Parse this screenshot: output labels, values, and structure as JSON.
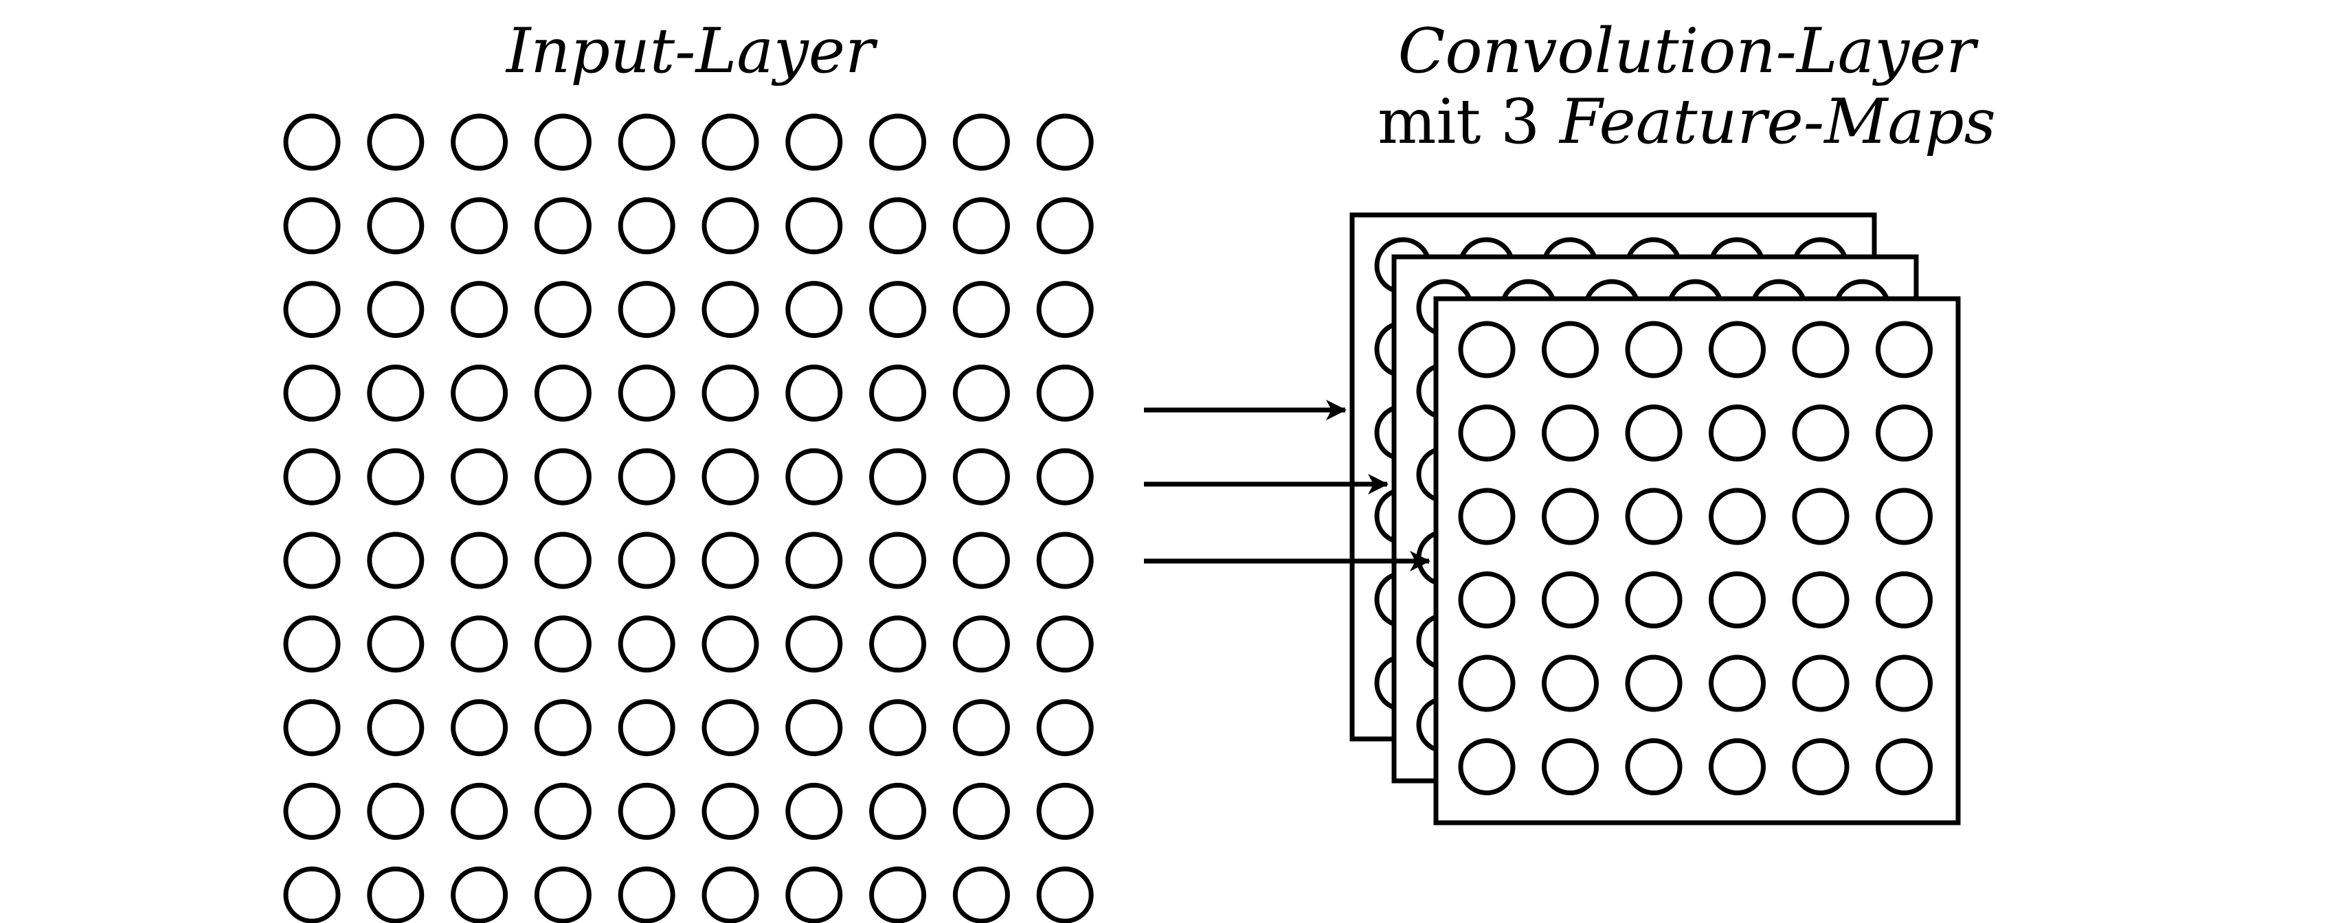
{
  "input_layer": {
    "title": "Input-Layer",
    "rows": 10,
    "cols": 10
  },
  "conv_layer": {
    "title_line1": "Convolution-Layer",
    "title_line2_prefix": "mit 3 ",
    "title_line2_emph": "Feature-Maps",
    "feature_map_count": 3,
    "rows": 6,
    "cols": 6
  },
  "arrows": {
    "count": 3
  },
  "colors": {
    "stroke": "#000000",
    "background": "#ffffff"
  }
}
